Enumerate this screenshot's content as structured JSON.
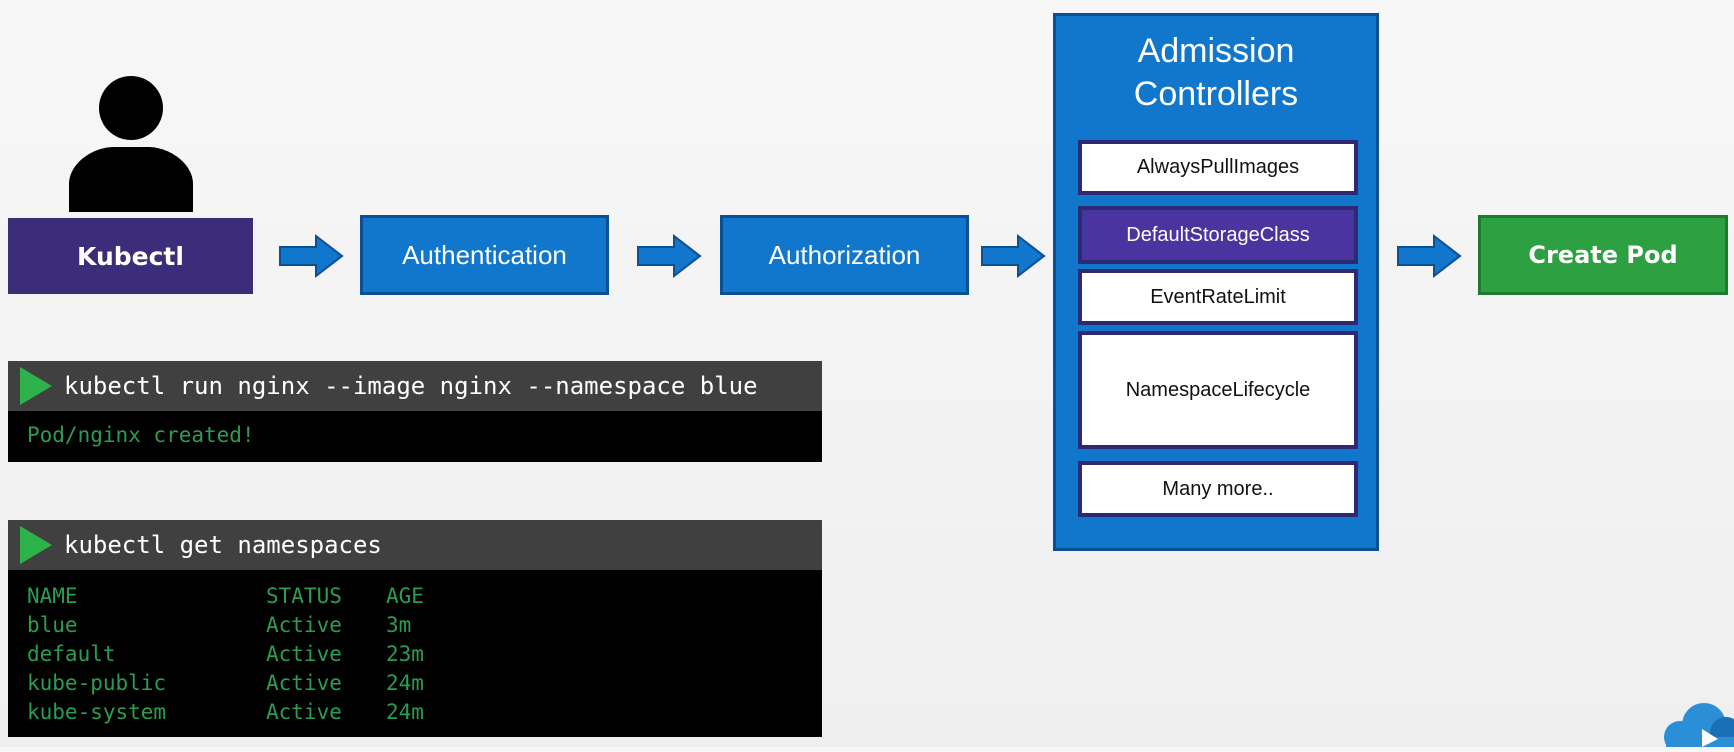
{
  "user": {
    "icon": "person-icon",
    "color": "#000000"
  },
  "flow": {
    "kubectl": "Kubectl",
    "authentication": "Authentication",
    "authorization": "Authorization",
    "create_pod": "Create Pod"
  },
  "admission": {
    "title_line1": "Admission",
    "title_line2": "Controllers",
    "controllers": [
      "AlwaysPullImages",
      "DefaultStorageClass",
      "EventRateLimit",
      "NamespaceLifecycle",
      "Many more.."
    ]
  },
  "terminal1": {
    "command": "kubectl run nginx --image nginx --namespace blue",
    "output": "Pod/nginx created!"
  },
  "terminal2": {
    "command": "kubectl get namespaces",
    "headers": [
      "NAME",
      "STATUS",
      "AGE"
    ],
    "rows": [
      [
        "blue",
        "Active",
        "3m"
      ],
      [
        "default",
        "Active",
        "23m"
      ],
      [
        "kube-public",
        "Active",
        "24m"
      ],
      [
        "kube-system",
        "Active",
        "24m"
      ]
    ]
  },
  "colors": {
    "kubectl": "#3b2d7a",
    "blue_box": "#1177cc",
    "create_pod": "#2da041",
    "controller_active": "#4a35a0",
    "terminal_text": "#2a9d52"
  }
}
